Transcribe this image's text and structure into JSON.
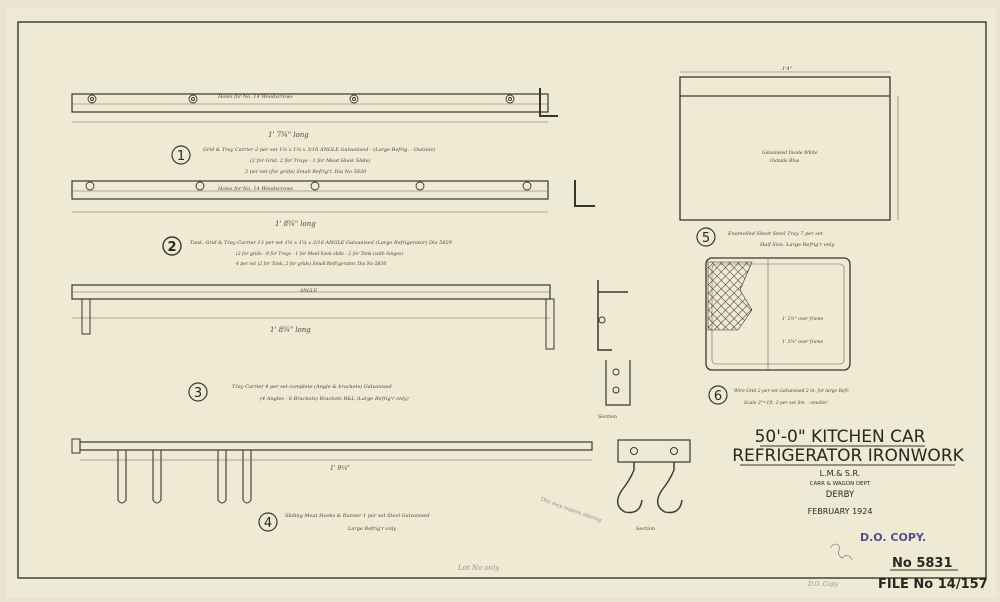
{
  "parts": [
    {
      "number": "1",
      "length_label": "1' 7¾\" long",
      "holes_note": "Holes for No. 14 Woodscrews",
      "lines": [
        "Grid & Tray Carrier  2 per set  1¼ x 1¼ x 3/16 ANGLE  Galvanised - (Large Refrig. - Outside)",
        "(2 for Grid. 2 for Trays - 1 for Meat Hook Slide)",
        "2 per set (for grids) Small Refrig'r. Dia No 5830"
      ]
    },
    {
      "number": "2",
      "length_label": "1' 8¾\" long",
      "holes_note": "Holes for No. 14 Woodscrews",
      "lines": [
        "Tank, Grid & Tray Carrier  13 per set  1¼ x 1¼ x 3/16 ANGLE  Galvanised  (Large Refrigerator) Dia 5829",
        "(2 for grids - 8 for Trays - 1 for Meat hook slide - 2 for Tank (with hinges)",
        "4 per set (2 for Tank, 2 for grids)  Small Refrigerator.  Dia No 5830"
      ]
    },
    {
      "number": "3",
      "length_label": "1' 8¾\" long",
      "angle_label": "ANGLE",
      "lines": [
        "Tray Carrier  4 per set complete  (Angle & brackets)  Galvanised",
        "(4 Angles - 8 Brackets)  Brackets R&L   (Large Refrig'r only)"
      ],
      "section_label": "Section"
    },
    {
      "number": "4",
      "length_label": "1' 9⅝\"",
      "lines": [
        "Sliding Meat Hooks & Runner  1 per set  Steel  Galvanised",
        "Large Refrig'r only"
      ],
      "section_label": "Section",
      "pencil_note": "This may require altering"
    },
    {
      "number": "5",
      "width_label": "1'4\"",
      "panel_text": [
        "Galvanised  Inside White",
        "Outside Blue"
      ],
      "lines": [
        "Enamelled Sheet Steel Tray  7 per set",
        "Half Size.  Large Refrig'r only"
      ]
    },
    {
      "number": "6",
      "dims": [
        "1' 2½\" over frame",
        "1' 3⅝\" over frame"
      ],
      "lines": [
        "Wire Grid  2 per set  Galvanised  2 in. for large Refr.",
        "Scale 3\"=1ft.    2 per set Sm. - smaller"
      ]
    }
  ],
  "title_block": {
    "title_line1": "50'-0\" KITCHEN CAR",
    "title_line2": "REFRIGERATOR IRONWORK",
    "company": "L.M.& S.R.",
    "department": "CARR & WAGON DEPT",
    "location": "DERBY",
    "date": "FEBRUARY 1924",
    "stamp": "D.O. COPY.",
    "drawing_number": "No 5831",
    "file_number": "FILE No 14/157",
    "pencil_bottom": "Lot No only",
    "pencil_do": "D.O. Copy"
  },
  "colors": {
    "paper": "#efead4",
    "ink": "#3b362c",
    "stamp": "#5a4a8c"
  }
}
